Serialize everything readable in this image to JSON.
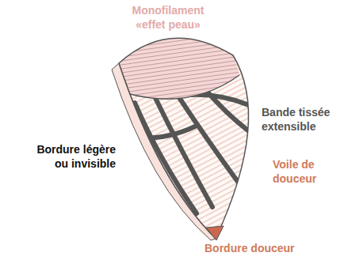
{
  "diagram": {
    "labels": [
      "Monofilament «effet peau»",
      "Bande tissée extensible",
      "Bordure légère ou invisible",
      "Voile de douceur",
      "Bordure douceur"
    ]
  }
}
